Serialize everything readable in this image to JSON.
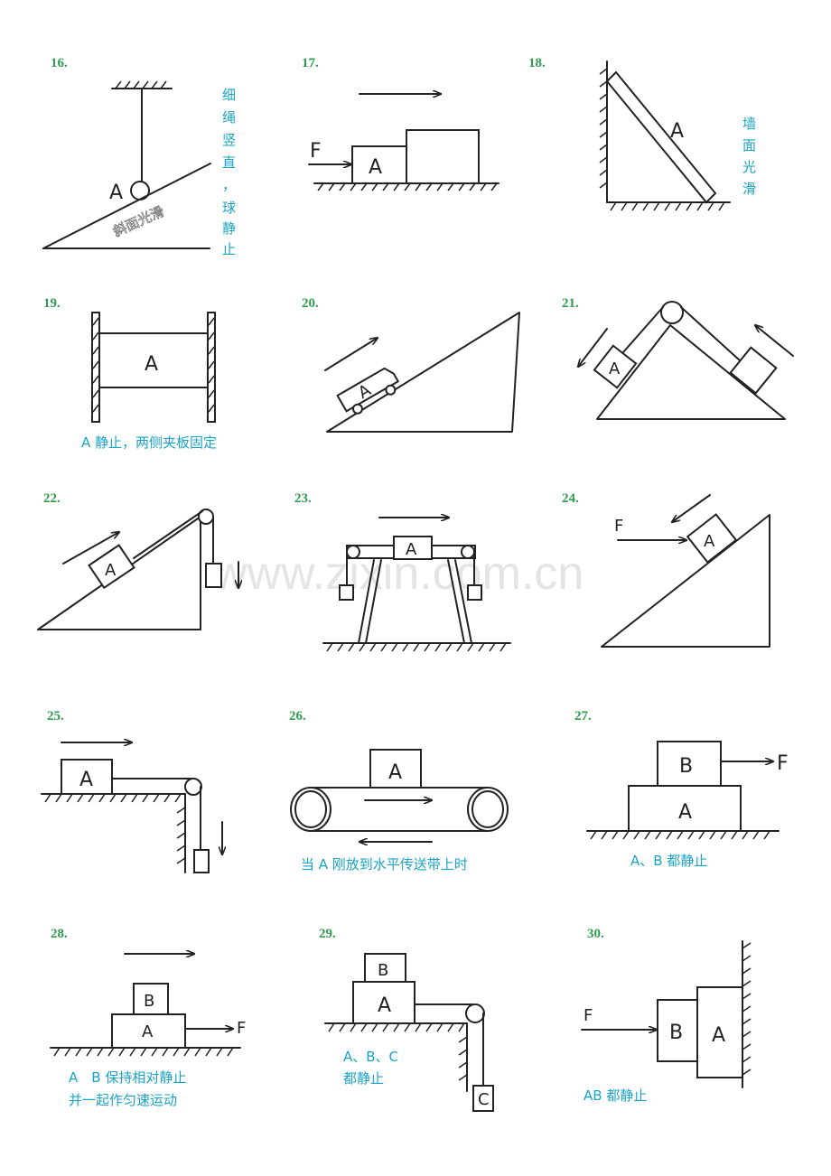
{
  "watermark": "www.zixin.com.cn",
  "problems": [
    {
      "num": "16.",
      "block": "A",
      "caption_chars": [
        "细",
        "绳",
        "竖",
        "直",
        "，",
        "球",
        "静",
        "止"
      ],
      "incline_note": "斜面光滑"
    },
    {
      "num": "17.",
      "force": "F",
      "block": "A"
    },
    {
      "num": "18.",
      "rod": "A",
      "caption_chars": [
        "墙",
        "面",
        "光",
        "滑"
      ]
    },
    {
      "num": "19.",
      "block": "A",
      "caption": "A 静止，两侧夹板固定"
    },
    {
      "num": "20.",
      "block": "A"
    },
    {
      "num": "21.",
      "block": "A"
    },
    {
      "num": "22.",
      "block": "A"
    },
    {
      "num": "23.",
      "block": "A"
    },
    {
      "num": "24.",
      "force": "F",
      "block": "A"
    },
    {
      "num": "25.",
      "block": "A"
    },
    {
      "num": "26.",
      "block": "A",
      "caption": "当 A 刚放到水平传送带上时"
    },
    {
      "num": "27.",
      "upper": "B",
      "lower": "A",
      "force": "F",
      "caption": "A、B 都静止"
    },
    {
      "num": "28.",
      "upper": "B",
      "lower": "A",
      "force": "F",
      "caption_lines": [
        "A　B 保持相对静止",
        "并一起作匀速运动"
      ]
    },
    {
      "num": "29.",
      "upper": "B",
      "lower": "A",
      "hanging": "C",
      "caption_lines": [
        "A、B、C",
        "都静止"
      ]
    },
    {
      "num": "30.",
      "force": "F",
      "left_block": "B",
      "right_block": "A",
      "caption": "AB 都静止"
    }
  ]
}
